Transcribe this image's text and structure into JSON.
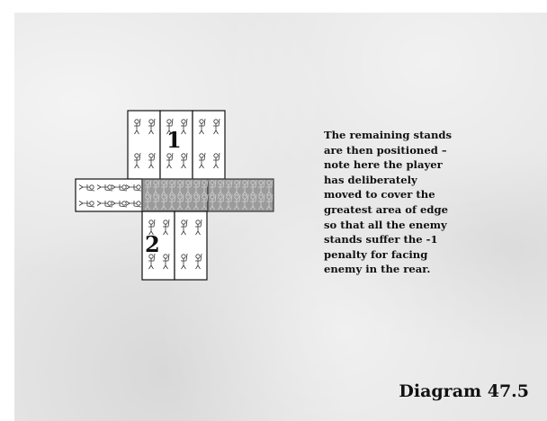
{
  "stands": {
    "group1_label": "1",
    "group2_label": "2"
  },
  "caption": {
    "lines": [
      "The remaining stands",
      "are then positioned –",
      "note here the player",
      "has deliberately",
      "moved to cover the",
      "greatest area of edge",
      "so that all the enemy",
      "stands suffer the -1",
      "penalty for facing",
      "enemy in the rear."
    ]
  },
  "diagram_label": "Diagram 47.5",
  "colors": {
    "background": "#e6e6e6",
    "friendly_stand": "#ffffff",
    "enemy_stand": "#9b9b9b",
    "text": "#111111"
  }
}
